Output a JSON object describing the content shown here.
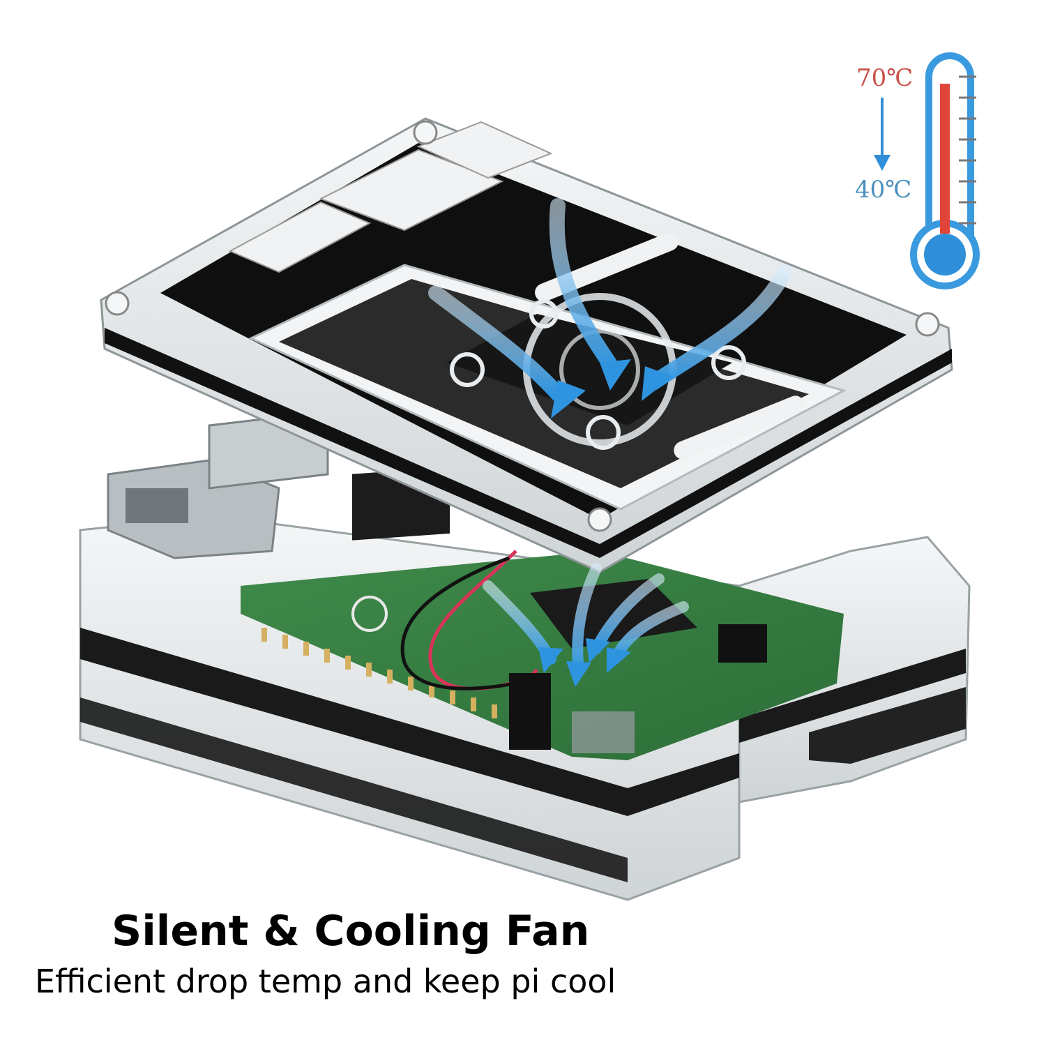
{
  "thermometer": {
    "high_label": "70℃",
    "low_label": "40℃",
    "fill_color": "#e0443a",
    "bulb_color": "#2f8fd8",
    "arrow_color": "#2f8fd8"
  },
  "airflow": {
    "arrow_color": "#3aa0e6"
  },
  "caption": {
    "title": "Silent & Cooling Fan",
    "subtitle": "Efficient drop temp and keep pi cool"
  }
}
